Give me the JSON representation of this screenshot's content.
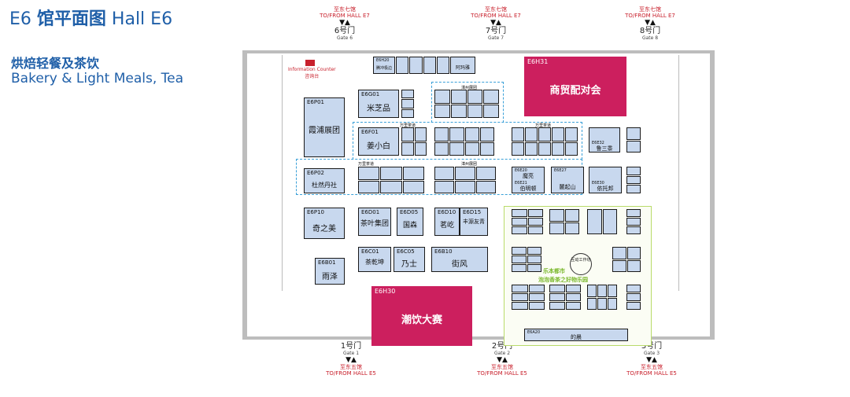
{
  "header": {
    "title_code": "E6",
    "title_cn": "馆平面图",
    "title_en": "Hall E6",
    "subtitle_cn": "烘焙轻餐及茶饮",
    "subtitle_en": "Bakery & Light Meals, Tea"
  },
  "gates_top": [
    {
      "ext_cn": "至东七馆",
      "ext_en": "TO/FROM HALL E7",
      "cn": "6号门",
      "en": "Gate 6"
    },
    {
      "ext_cn": "至东七馆",
      "ext_en": "TO/FROM HALL E7",
      "cn": "7号门",
      "en": "Gate 7"
    },
    {
      "ext_cn": "至东七馆",
      "ext_en": "TO/FROM HALL E7",
      "cn": "8号门",
      "en": "Gate 8"
    }
  ],
  "gates_bottom": [
    {
      "ext_cn": "至东五馆",
      "ext_en": "TO/FROM HALL E5",
      "cn": "1号门",
      "en": "Gate 1"
    },
    {
      "ext_cn": "至东五馆",
      "ext_en": "TO/FROM HALL E5",
      "cn": "2号门",
      "en": "Gate 2"
    },
    {
      "ext_cn": "至东五馆",
      "ext_en": "TO/FROM HALL E5",
      "cn": "3号门",
      "en": "Gate 3"
    }
  ],
  "info": {
    "en": "Information Counter",
    "cn": "咨询台"
  },
  "booths": {
    "p01": {
      "id": "E6P01",
      "name": "霞浦展团"
    },
    "p02": {
      "id": "E6P02",
      "name": "杜然丹社"
    },
    "p10": {
      "id": "E6P10",
      "name": "奇之美"
    },
    "b01": {
      "id": "E6B01",
      "name": "雨泽"
    },
    "g01": {
      "id": "E6G01",
      "name": "米芝品"
    },
    "f01": {
      "id": "E6F01",
      "name": "姜小白"
    },
    "d01": {
      "id": "E6D01",
      "name": "茶叶集团"
    },
    "d05": {
      "id": "E6D05",
      "name": "国森"
    },
    "d10": {
      "id": "E6D10",
      "name": "茗屹"
    },
    "d15": {
      "id": "E6D15",
      "name": "丰源友青"
    },
    "c01": {
      "id": "E6C01",
      "name": "茶乾坤"
    },
    "c05": {
      "id": "E6C05",
      "name": "乃士"
    },
    "b10": {
      "id": "E6B10",
      "name": "街风"
    },
    "h20": {
      "id": "E6H20",
      "name": "腾冲极边"
    },
    "h31": {
      "id": "E6H31",
      "name": "商贸配对会"
    },
    "h30": {
      "id": "E6H30",
      "name": "潮饮大赛"
    },
    "e20": {
      "id": "E6E20",
      "name": "魔亮"
    },
    "e21": {
      "id": "E6E21",
      "name": "伯明顿"
    },
    "e27": {
      "id": "E6E27",
      "name": "麓起山"
    },
    "e30": {
      "id": "E6E30",
      "name": "依托邦"
    },
    "e32": {
      "id": "E6E32",
      "name": "鲁三黍"
    },
    "a20": {
      "id": "E6A20",
      "name": "的晨"
    }
  },
  "labels": {
    "top_row": "阿玛雅",
    "corridor_a": "万里茶道",
    "corridor_b": "漳州展团",
    "green_cn1": "乐本都市",
    "green_cn2": "泡泡香茶之好物乐园",
    "green_center": "互动工作坊"
  }
}
